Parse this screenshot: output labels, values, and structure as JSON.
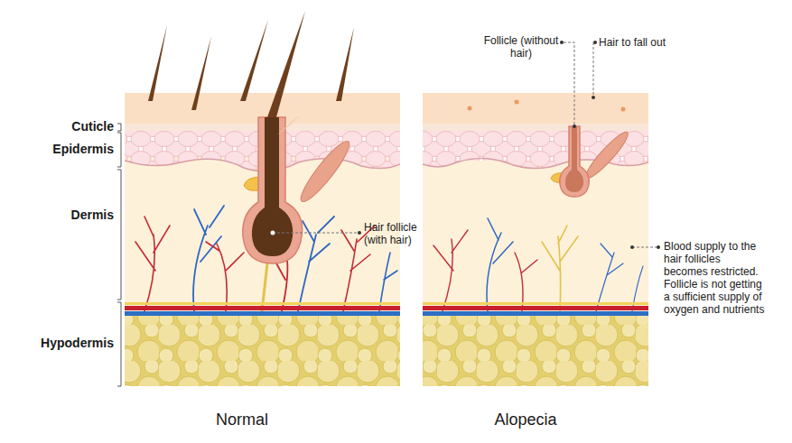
{
  "diagram": {
    "labels": [
      "Follicle (without hair)",
      "Hair to fall out",
      "Cuticle",
      "Epidermis",
      "Dermis",
      "Hair follicle (with hair)",
      "Blood supply to the hair follicles becomes restricted. Follicle is not getting a sufficient supply of oxygen and nutrients",
      "Hypodermis",
      "Normal",
      "Alopecia"
    ]
  }
}
